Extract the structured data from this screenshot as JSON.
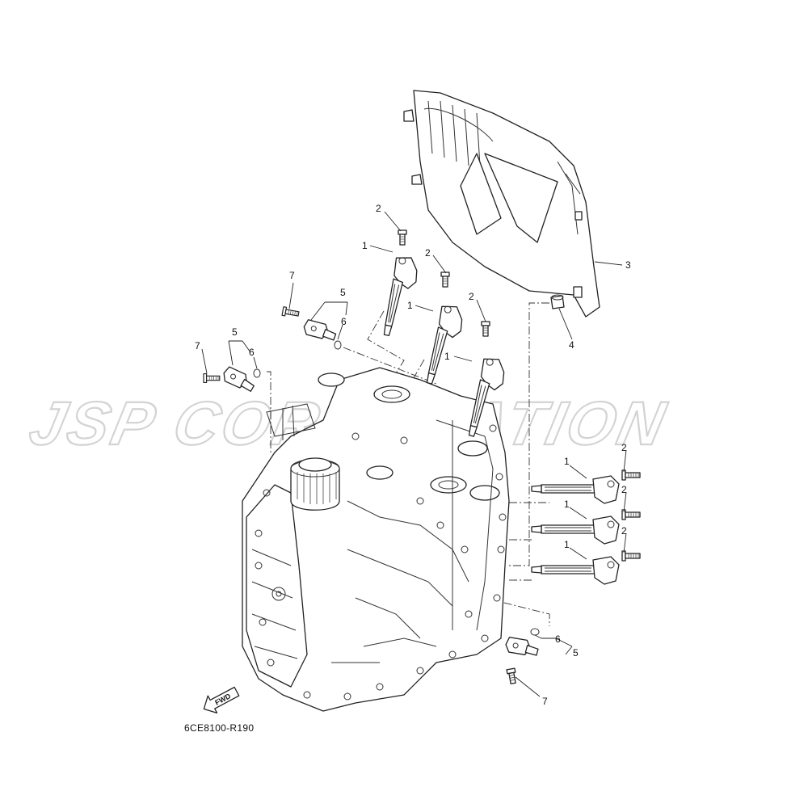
{
  "diagram": {
    "reference_code": "6CE8100-R190",
    "fwd_label": "FWD",
    "watermark_text": "JSP CORPORATION",
    "callouts": [
      {
        "id": "c1a",
        "text": "1"
      },
      {
        "id": "c1b",
        "text": "1"
      },
      {
        "id": "c1c",
        "text": "1"
      },
      {
        "id": "c1d",
        "text": "1"
      },
      {
        "id": "c1e",
        "text": "1"
      },
      {
        "id": "c1f",
        "text": "1"
      },
      {
        "id": "c2a",
        "text": "2"
      },
      {
        "id": "c2b",
        "text": "2"
      },
      {
        "id": "c2c",
        "text": "2"
      },
      {
        "id": "c2d",
        "text": "2"
      },
      {
        "id": "c2e",
        "text": "2"
      },
      {
        "id": "c2f",
        "text": "2"
      },
      {
        "id": "c3",
        "text": "3"
      },
      {
        "id": "c4",
        "text": "4"
      },
      {
        "id": "c5a",
        "text": "5"
      },
      {
        "id": "c5b",
        "text": "5"
      },
      {
        "id": "c5c",
        "text": "5"
      },
      {
        "id": "c6a",
        "text": "6"
      },
      {
        "id": "c6b",
        "text": "6"
      },
      {
        "id": "c6c",
        "text": "6"
      },
      {
        "id": "c7a",
        "text": "7"
      },
      {
        "id": "c7b",
        "text": "7"
      },
      {
        "id": "c7c",
        "text": "7"
      }
    ]
  }
}
